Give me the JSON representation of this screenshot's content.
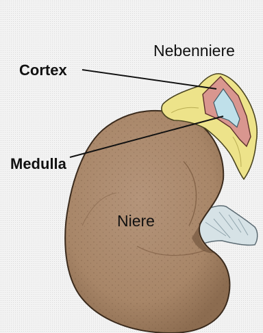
{
  "labels": {
    "adrenal_gland": "Nebenniere",
    "cortex": "Cortex",
    "medulla": "Medulla",
    "kidney": "Niere"
  },
  "colors": {
    "kidney_fill": "#ab8b6c",
    "kidney_shadow": "#8e6f52",
    "kidney_outline": "#3a2a1c",
    "adrenal_fill": "#ede38a",
    "cortex_fill": "#d9968f",
    "medulla_fill": "#bfe0ea",
    "vessel_fill": "#d6e2e6"
  },
  "icons": {
    "adrenal_gland": "adrenal-gland-shape",
    "kidney": "kidney-shape",
    "ureter": "renal-vessel-shape"
  }
}
